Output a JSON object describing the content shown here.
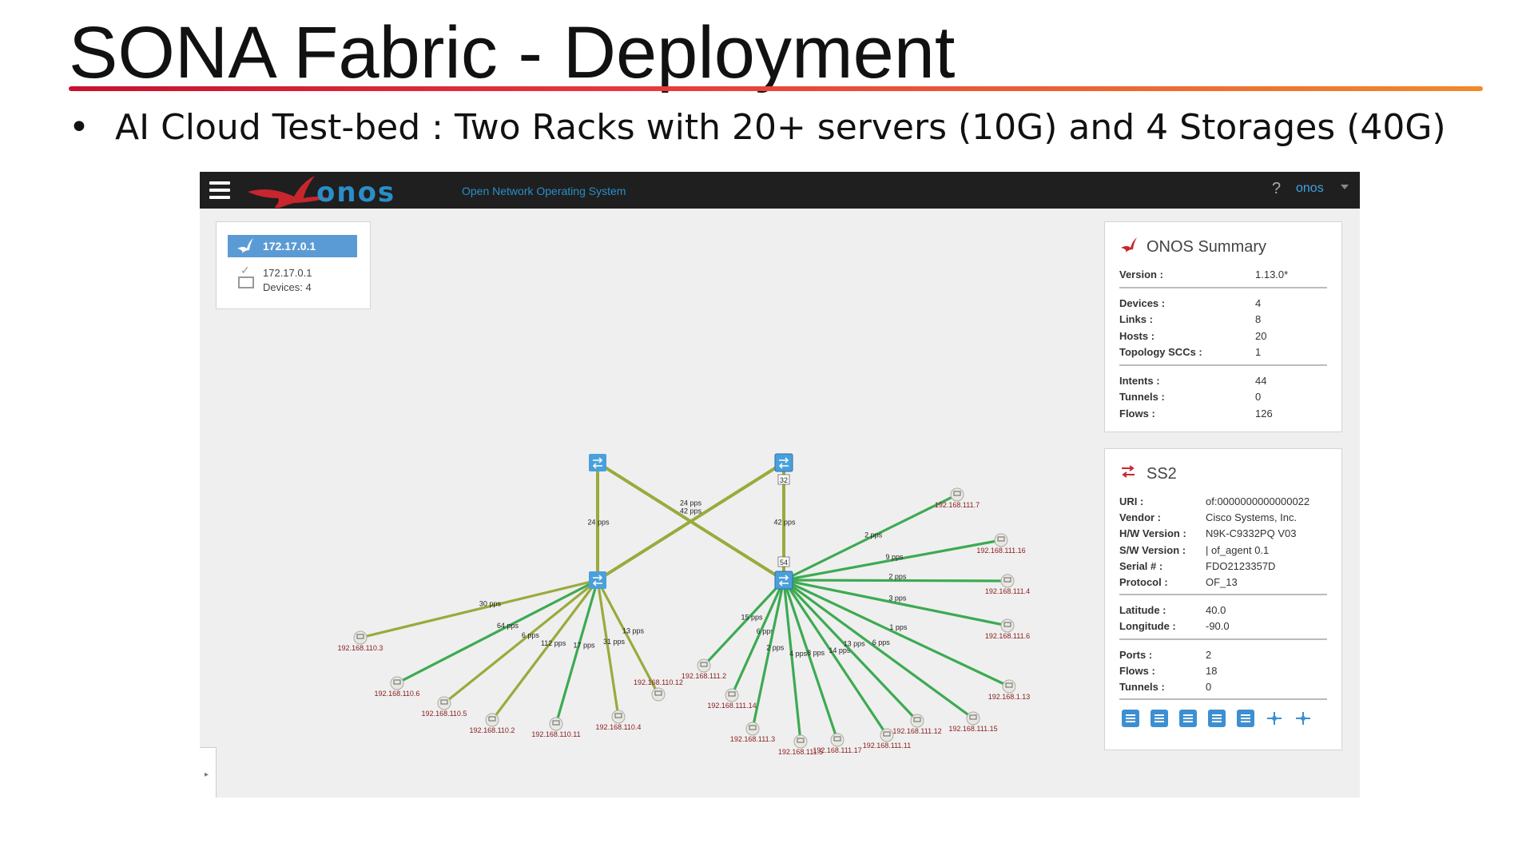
{
  "slide": {
    "title": "SONA Fabric - Deployment",
    "bullet_marker": "•",
    "bullet": "AI Cloud Test-bed : Two Racks with 20+ servers (10G) and 4 Storages (40G)"
  },
  "masthead": {
    "logo_text": "onos",
    "subtitle": "Open Network Operating System",
    "help": "?",
    "user": "onos"
  },
  "instance_panel": {
    "header": "172.17.0.1",
    "ip": "172.17.0.1",
    "devices": "Devices: 4"
  },
  "summary_panel": {
    "title": "ONOS Summary",
    "groups": [
      [
        {
          "k": "Version :",
          "v": "1.13.0*"
        }
      ],
      [
        {
          "k": "Devices :",
          "v": "4"
        },
        {
          "k": "Links :",
          "v": "8"
        },
        {
          "k": "Hosts :",
          "v": "20"
        },
        {
          "k": "Topology SCCs :",
          "v": "1"
        }
      ],
      [
        {
          "k": "Intents :",
          "v": "44"
        },
        {
          "k": "Tunnels :",
          "v": "0"
        },
        {
          "k": "Flows :",
          "v": "126"
        }
      ]
    ]
  },
  "device_panel": {
    "title": "SS2",
    "groups": [
      [
        {
          "k": "URI :",
          "v": "of:0000000000000022"
        },
        {
          "k": "Vendor :",
          "v": "Cisco Systems, Inc."
        },
        {
          "k": "H/W Version :",
          "v": "N9K-C9332PQ V03"
        },
        {
          "k": "S/W Version :",
          "v": "| of_agent 0.1"
        },
        {
          "k": "Serial # :",
          "v": "FDO2123357D"
        },
        {
          "k": "Protocol :",
          "v": "OF_13"
        }
      ],
      [
        {
          "k": "Latitude :",
          "v": "40.0"
        },
        {
          "k": "Longitude :",
          "v": "-90.0"
        }
      ],
      [
        {
          "k": "Ports :",
          "v": "2"
        },
        {
          "k": "Flows :",
          "v": "18"
        },
        {
          "k": "Tunnels :",
          "v": "0"
        }
      ]
    ],
    "toolbar_icons": [
      "device-table-icon",
      "flow-table-icon",
      "port-table-icon",
      "group-table-icon",
      "meter-table-icon",
      "pipeconf-icon",
      "cluster-icon"
    ]
  },
  "topology": {
    "colors": {
      "spine_link": "#9aaa3c",
      "rack_a_link": "#3daa52",
      "rack_b_link": "#3daa52",
      "switch": "#4aa0dc",
      "host_label": "#8b1a1a"
    },
    "switches": [
      {
        "id": "spine1",
        "badge": ""
      },
      {
        "id": "spine2",
        "badge": "32"
      },
      {
        "id": "leaf1",
        "badge": ""
      },
      {
        "id": "leaf2",
        "badge": "54"
      }
    ],
    "links": [
      {
        "from": "spine1",
        "to": "leaf1",
        "rate": "24 pps"
      },
      {
        "from": "spine1",
        "to": "leaf2",
        "rate": "24 pps"
      },
      {
        "from": "spine2",
        "to": "leaf1",
        "rate": "42 pps"
      },
      {
        "from": "spine2",
        "to": "leaf2",
        "rate": "42 pps"
      }
    ],
    "hosts": [
      {
        "ip": "192.168.110.3",
        "leaf": "leaf1",
        "rate": "30 pps"
      },
      {
        "ip": "192.168.110.6",
        "leaf": "leaf1",
        "rate": "64 pps"
      },
      {
        "ip": "192.168.110.5",
        "leaf": "leaf1",
        "rate": "6 pps"
      },
      {
        "ip": "192.168.110.2",
        "leaf": "leaf1",
        "rate": "112 pps"
      },
      {
        "ip": "192.168.110.11",
        "leaf": "leaf1",
        "rate": "17 pps"
      },
      {
        "ip": "192.168.110.4",
        "leaf": "leaf1",
        "rate": "31 pps"
      },
      {
        "ip": "192.168.110.12",
        "leaf": "leaf1",
        "rate": "13 pps"
      },
      {
        "ip": "192.168.111.2",
        "leaf": "leaf2",
        "rate": "15 pps"
      },
      {
        "ip": "192.168.111.14",
        "leaf": "leaf2",
        "rate": "6 pps"
      },
      {
        "ip": "192.168.111.3",
        "leaf": "leaf2",
        "rate": "2 pps"
      },
      {
        "ip": "192.168.111.5",
        "leaf": "leaf2",
        "rate": "4 pps"
      },
      {
        "ip": "192.168.111.17",
        "leaf": "leaf2",
        "rate": "8 pps"
      },
      {
        "ip": "192.168.111.11",
        "leaf": "leaf2",
        "rate": "14 pps"
      },
      {
        "ip": "192.168.111.12",
        "leaf": "leaf2",
        "rate": "13 pps"
      },
      {
        "ip": "192.168.111.15",
        "leaf": "leaf2",
        "rate": "6 pps"
      },
      {
        "ip": "192.168.1.13",
        "leaf": "leaf2",
        "rate": "1 pps"
      },
      {
        "ip": "192.168.111.6",
        "leaf": "leaf2",
        "rate": "3 pps"
      },
      {
        "ip": "192.168.111.4",
        "leaf": "leaf2",
        "rate": "2 pps"
      },
      {
        "ip": "192.168.111.16",
        "leaf": "leaf2",
        "rate": "9 pps"
      },
      {
        "ip": "192.168.111.7",
        "leaf": "leaf2",
        "rate": "2 pps"
      }
    ]
  }
}
